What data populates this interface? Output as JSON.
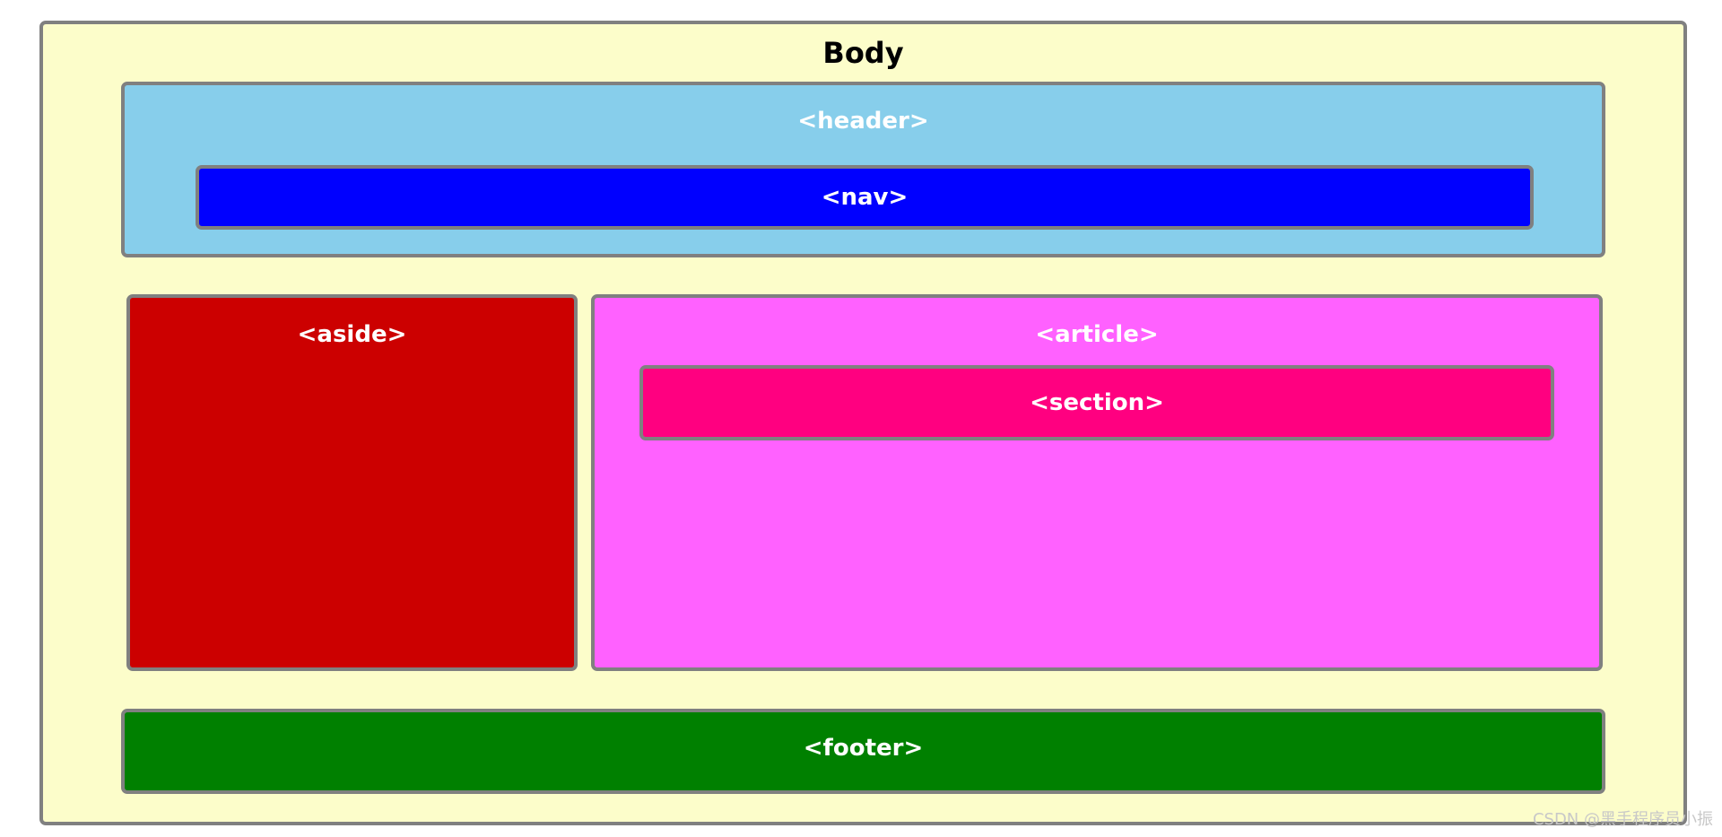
{
  "diagram": {
    "body": {
      "label": "Body",
      "color": "#fcfdca"
    },
    "header": {
      "label": "<header>",
      "color": "#87ceeb"
    },
    "nav": {
      "label": "<nav>",
      "color": "#0000ff"
    },
    "aside": {
      "label": "<aside>",
      "color": "#cc0000"
    },
    "article": {
      "label": "<article>",
      "color": "#ff61ff"
    },
    "section": {
      "label": "<section>",
      "color": "#ff0080"
    },
    "footer": {
      "label": "<footer>",
      "color": "#008000"
    },
    "border_color": "#808080"
  },
  "watermark": "CSDN @黑手程序员小振"
}
